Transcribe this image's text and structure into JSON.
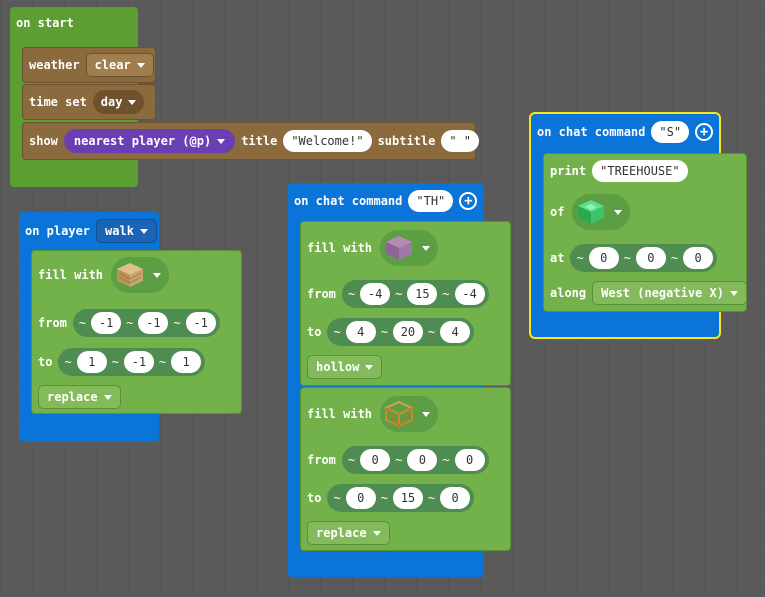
{
  "on_start": {
    "label": "on start",
    "weather": {
      "label": "weather",
      "value": "clear"
    },
    "time_set": {
      "label": "time set",
      "value": "day"
    },
    "show": {
      "label": "show",
      "target": "nearest player (@p)",
      "title_label": "title",
      "title_value": "\"Welcome!\"",
      "subtitle_label": "subtitle",
      "subtitle_value": "\" \""
    }
  },
  "on_player": {
    "label": "on player",
    "action": "walk",
    "fill": {
      "label": "fill with",
      "block_icon": "oak-planks-icon",
      "from_label": "from",
      "from": [
        "-1",
        "-1",
        "-1"
      ],
      "to_label": "to",
      "to": [
        "1",
        "-1",
        "1"
      ],
      "mode": "replace"
    },
    "tilde": "~"
  },
  "chat_th": {
    "label": "on chat command",
    "command": "\"TH\"",
    "fill1": {
      "label": "fill with",
      "block_icon": "purpur-block-icon",
      "from_label": "from",
      "from": [
        "-4",
        "15",
        "-4"
      ],
      "to_label": "to",
      "to": [
        "4",
        "20",
        "4"
      ],
      "mode": "hollow"
    },
    "fill2": {
      "label": "fill with",
      "block_icon": "scaffolding-icon",
      "from_label": "from",
      "from": [
        "0",
        "0",
        "0"
      ],
      "to_label": "to",
      "to": [
        "0",
        "15",
        "0"
      ],
      "mode": "replace"
    }
  },
  "chat_s": {
    "label": "on chat command",
    "command": "\"S\"",
    "print": {
      "label": "print",
      "value": "\"TREEHOUSE\""
    },
    "of_label": "of",
    "of_icon": "emerald-block-icon",
    "at_label": "at",
    "at": [
      "0",
      "0",
      "0"
    ],
    "along_label": "along",
    "along_value": "West (negative X)"
  },
  "colors": {
    "loops_green": "#5c9e31",
    "player_blue": "#0b74d8",
    "blocks_green": "#73b14b",
    "gameplay_brown": "#8b6a3e",
    "mobs_purple": "#6b3fb4",
    "selected_outline": "#f6e71b"
  }
}
